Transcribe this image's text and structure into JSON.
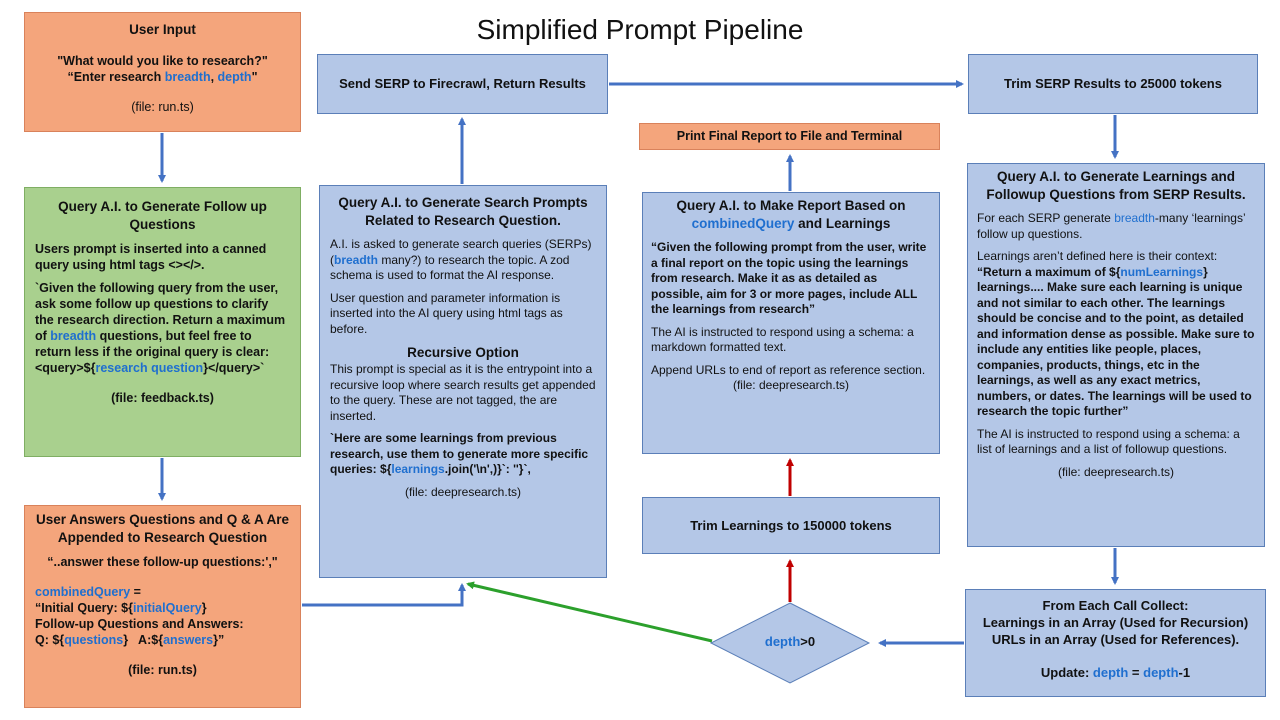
{
  "title": "Simplified Prompt Pipeline",
  "colors": {
    "orange": "#f4a57c",
    "green": "#a9d08e",
    "blue": "#b4c7e7",
    "arrow_blue": "#4472c4",
    "arrow_red": "#c00000",
    "arrow_green": "#2ca02c",
    "keyword": "#1f6fcf"
  },
  "user_input": {
    "heading": "User Input",
    "line1": "\"What would you like to research?\"",
    "line2_pre": "“Enter research ",
    "kw_breadth": "breadth",
    "sep": ", ",
    "kw_depth": "depth",
    "line2_post": "\"",
    "file": "(file: run.ts)"
  },
  "followup": {
    "heading": "Query A.I. to Generate Follow up Questions",
    "p1": "Users prompt is inserted into a canned query using html tags <></>.",
    "p2_pre": "`Given the following query from the user, ask some follow up questions to clarify the research direction. Return a maximum of ",
    "kw_breadth": "breadth",
    "p2_mid": " questions, but feel free to return less if the original query is clear: <query>${",
    "kw_rq": "research question",
    "p2_post": "}</query>`",
    "file": "(file: feedback.ts)"
  },
  "answers": {
    "heading": "User Answers Questions and Q & A Are Appended to Research Question",
    "quote": "“..answer these follow-up questions:',\"",
    "kw_cq": "combinedQuery",
    "eq": " =",
    "l1_pre": "“Initial Query: ${",
    "kw_iq": "initialQuery",
    "l1_post": "}",
    "l2": "Follow-up Questions and Answers:",
    "l3_pre": "Q: ${",
    "kw_q": "questions",
    "l3_mid": "}   A:${",
    "kw_a": "answers",
    "l3_post": "}”",
    "file": "(file: run.ts)"
  },
  "search_prompts": {
    "heading": "Query A.I. to Generate Search Prompts Related to Research Question.",
    "p1_pre": "A.I. is asked to generate search queries (SERPs) (",
    "kw_breadth": "breadth",
    "p1_post": " many?) to research the topic. A zod schema is used to format the AI response.",
    "p2": "User question and parameter information is inserted into the AI query using html tags as before.",
    "sub": "Recursive Option",
    "p3": "This prompt is special as it is the entrypoint into a recursive loop where search results get appended to the query. These are not tagged, the are inserted.",
    "p4_pre": "`Here are some learnings from previous research, use them to generate more specific queries: ${",
    "kw_learnings": "learnings",
    "p4_post": ".join('\\n',)}`: ''}`,",
    "file": "(file: deepresearch.ts)"
  },
  "firecrawl": {
    "label": "Send SERP to Firecrawl, Return Results"
  },
  "trim_serp": {
    "label": "Trim SERP Results to 25000 tokens"
  },
  "print_report": {
    "label": "Print Final Report to File and Terminal"
  },
  "report": {
    "heading_pre": "Query A.I. to Make Report Based on",
    "kw_cq": "combinedQuery",
    "heading_post": " and Learnings",
    "p1": "“Given the following prompt from the user, write a final report on the topic using the learnings from research. Make it as as detailed as possible, aim for 3 or more pages, include ALL the learnings from research”",
    "p2": "The AI is instructed to respond using a schema:  a markdown formatted text.",
    "p3": "Append URLs to end of report as reference section.",
    "file": "(file: deepresearch.ts)"
  },
  "trim_learnings": {
    "label": "Trim Learnings to 150000 tokens"
  },
  "learnings": {
    "heading": "Query A.I. to Generate Learnings and Followup Questions from SERP Results.",
    "p1_pre": "For each SERP generate ",
    "kw_breadth": "breadth",
    "p1_post": "-many ‘learnings’ follow up questions.",
    "p2": "Learnings aren’t defined here is their context:",
    "p3_pre": "“Return a maximum of ${",
    "kw_nl": "numLearnings",
    "p3_post": "} learnings.... Make sure each learning is unique and not similar to  each other. The learnings should be concise and to the point, as detailed and information dense as possible. Make sure to include any entities like people, places, companies, products, things, etc in the learnings, as well as any exact metrics, numbers, or dates. The learnings will be used to research the topic further”",
    "p4": "The AI is instructed to respond using a schema: a list of learnings and a list of followup questions.",
    "file": "(file: deepresearch.ts)"
  },
  "collect": {
    "l1": "From Each Call Collect:",
    "l2": "Learnings in an Array (Used for Recursion)",
    "l3": "URLs in an Array (Used for References).",
    "upd": "Update: ",
    "kw_d1": "depth",
    "eq": " = ",
    "kw_d2": "depth",
    "post": "-1"
  },
  "decision": {
    "kw": "depth",
    "post": ">0"
  }
}
